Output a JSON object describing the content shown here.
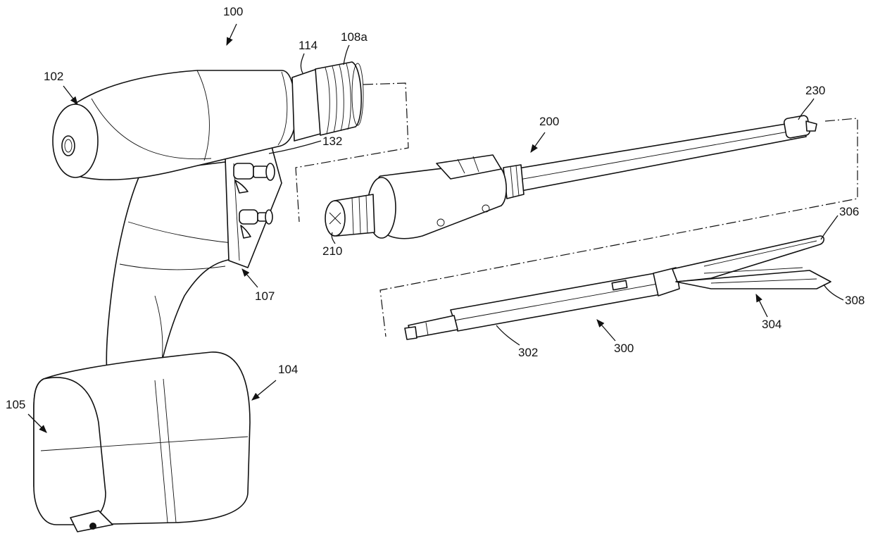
{
  "figure": {
    "labels": {
      "l100": "100",
      "l102": "102",
      "l114": "114",
      "l108a": "108a",
      "l132": "132",
      "l107": "107",
      "l104": "104",
      "l105": "105",
      "l200": "200",
      "l210": "210",
      "l230": "230",
      "l306": "306",
      "l308": "308",
      "l304": "304",
      "l300": "300",
      "l302": "302"
    }
  }
}
